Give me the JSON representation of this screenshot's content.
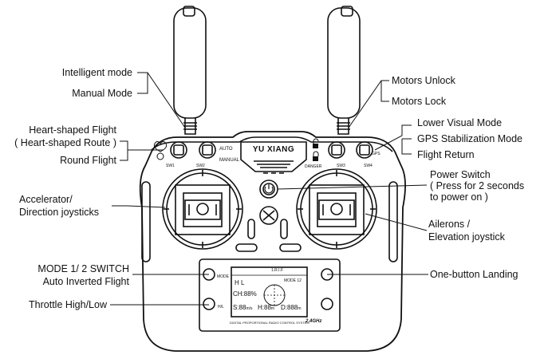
{
  "labels": {
    "intelligent_mode": "Intelligent mode",
    "manual_mode": "Manual Mode",
    "heart_flight_1": "Heart-shaped Flight",
    "heart_flight_2": "( Heart-shaped Route )",
    "round_flight": "Round Flight",
    "accelerator_1": "Accelerator/",
    "accelerator_2": "Direction joysticks",
    "mode_switch_1": "MODE 1/ 2 SWITCH",
    "mode_switch_2": "Auto Inverted Flight",
    "throttle": "Throttle High/Low",
    "motors_unlock": "Motors Unlock",
    "motors_lock": "Motors Lock",
    "lower_visual": "Lower Visual Mode",
    "gps_mode": "GPS Stabilization Mode",
    "flight_return": "Flight Return",
    "power_1": "Power Switch",
    "power_2": "( Press for 2 seconds",
    "power_3": "to power on )",
    "ailerons_1": "Ailerons /",
    "ailerons_2": "Elevation joystick",
    "landing": "One-button Landing"
  },
  "device": {
    "brand": "YU XIANG",
    "auto": "AUTO",
    "manual": "MANUAL",
    "danger": "DANGER",
    "gps": "GPS",
    "sw1": "SW1",
    "sw2": "SW2",
    "sw3": "SW3",
    "sw4": "SW4",
    "mode_btn": "MODE",
    "hl_btn": "H/L",
    "screen_hl": "H L",
    "screen_mode": "MODE 12",
    "screen_ch": "CH:88%",
    "screen_s": "S:88",
    "screen_s_unit": "m/s",
    "screen_h": "H:88",
    "screen_h_unit": "m",
    "screen_d": "D:888",
    "screen_d_unit": "m",
    "screen_band": "2.4GHz",
    "screen_footer": "DIGITAL PROPORTIONAL RADIO CONTROL SYSTEM",
    "screen_top": "1.R.I.F"
  }
}
